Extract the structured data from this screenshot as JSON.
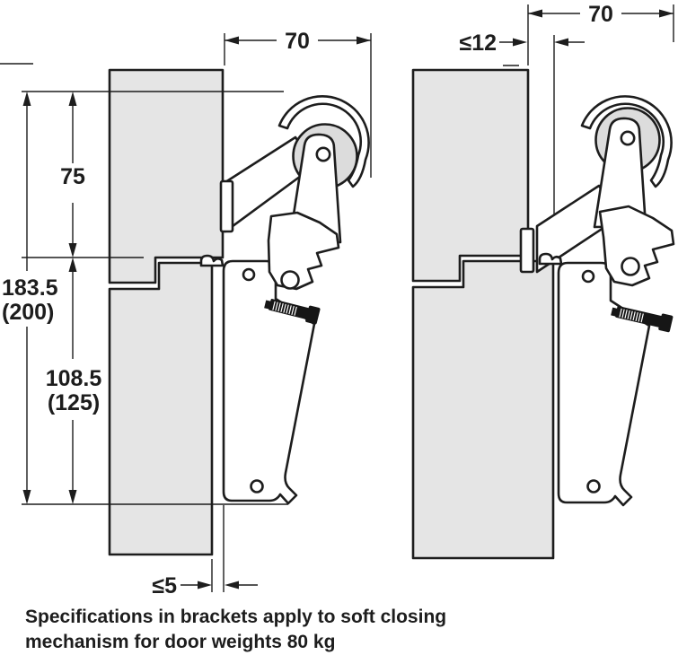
{
  "diagram": {
    "caption": {
      "line1": "Specifications in brackets apply to soft closing",
      "line2": "mechanism for door weights 80 kg"
    },
    "colors": {
      "panel": "#e5e5e5",
      "roller": "#dcdcdc",
      "line": "#1d1d1d"
    },
    "left_view": {
      "dim_width": "70",
      "dim_upper_height": "75",
      "dim_total_height": "183.5",
      "dim_total_height_alt": "(200)",
      "dim_lower_height": "108.5",
      "dim_lower_height_alt": "(125)",
      "dim_rear_gap": "≤5"
    },
    "right_view": {
      "dim_width": "70",
      "dim_front_gap": "≤12"
    }
  }
}
